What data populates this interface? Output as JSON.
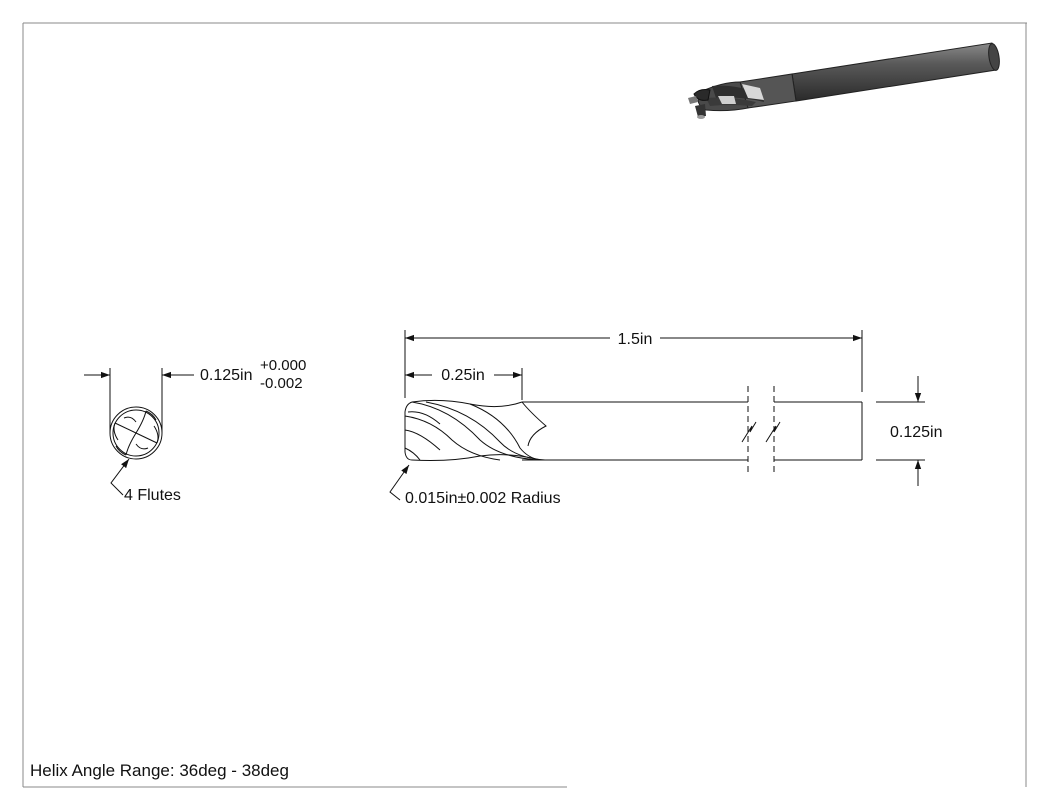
{
  "drawing": {
    "overall_length": "1.5in",
    "flute_length": "0.25in",
    "shank_diameter": "0.125in",
    "cutter_diameter": "0.125in",
    "tolerance_plus": "+0.000",
    "tolerance_minus": "-0.002",
    "flutes_note": "4 Flutes",
    "radius_note": "0.015in±0.002 Radius",
    "helix_note": "Helix Angle Range: 36deg - 38deg"
  },
  "colors": {
    "line": "#111111",
    "frame": "#888888",
    "tool_dark": "#3a3a3a",
    "tool_mid": "#6a6a6a",
    "tool_light": "#b8b8b8"
  }
}
